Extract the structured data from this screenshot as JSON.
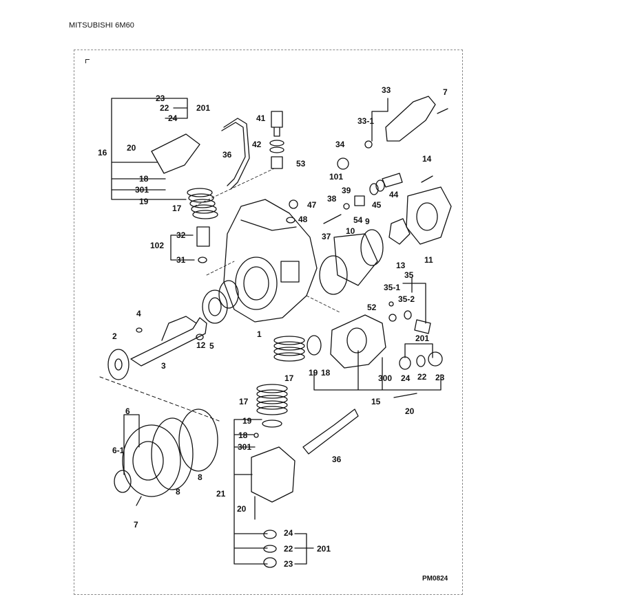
{
  "header": {
    "title": "MITSUBISHI 6M60"
  },
  "diagram": {
    "code": "PM0824",
    "labels": [
      "23",
      "22",
      "201",
      "24",
      "16",
      "20",
      "18",
      "301",
      "19",
      "17",
      "36",
      "41",
      "42",
      "53",
      "33",
      "33-1",
      "7",
      "34",
      "101",
      "39",
      "38",
      "47",
      "48",
      "54",
      "9",
      "45",
      "44",
      "14",
      "11",
      "10",
      "37",
      "13",
      "102",
      "32",
      "31",
      "35",
      "35-1",
      "35-2",
      "52",
      "4",
      "2",
      "12",
      "5",
      "1",
      "3",
      "17",
      "19",
      "18",
      "300",
      "24",
      "22",
      "23",
      "201",
      "15",
      "20",
      "17",
      "19",
      "18",
      "301",
      "36",
      "21",
      "20",
      "24",
      "22",
      "23",
      "201",
      "6",
      "6-1",
      "8",
      "8",
      "7"
    ]
  }
}
